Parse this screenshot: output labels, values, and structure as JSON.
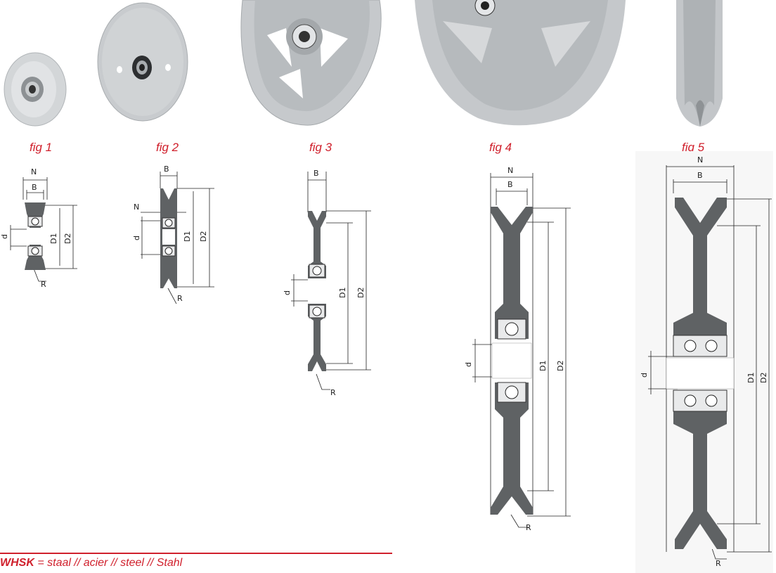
{
  "figures": [
    {
      "label": "fig 1"
    },
    {
      "label": "fig 2"
    },
    {
      "label": "fig 3"
    },
    {
      "label": "fig 4"
    },
    {
      "label": "fig 5"
    }
  ],
  "dimensions": {
    "N": "N",
    "B": "B",
    "d": "d",
    "D1": "D1",
    "D2": "D2",
    "R": "R"
  },
  "footer": {
    "code": "WHSK",
    "text": " = staal // acier // steel // Stahl"
  },
  "colors": {
    "accent": "#d0202c",
    "part_grey": "#5f6264",
    "photo_grey": "#bfc3c6"
  }
}
